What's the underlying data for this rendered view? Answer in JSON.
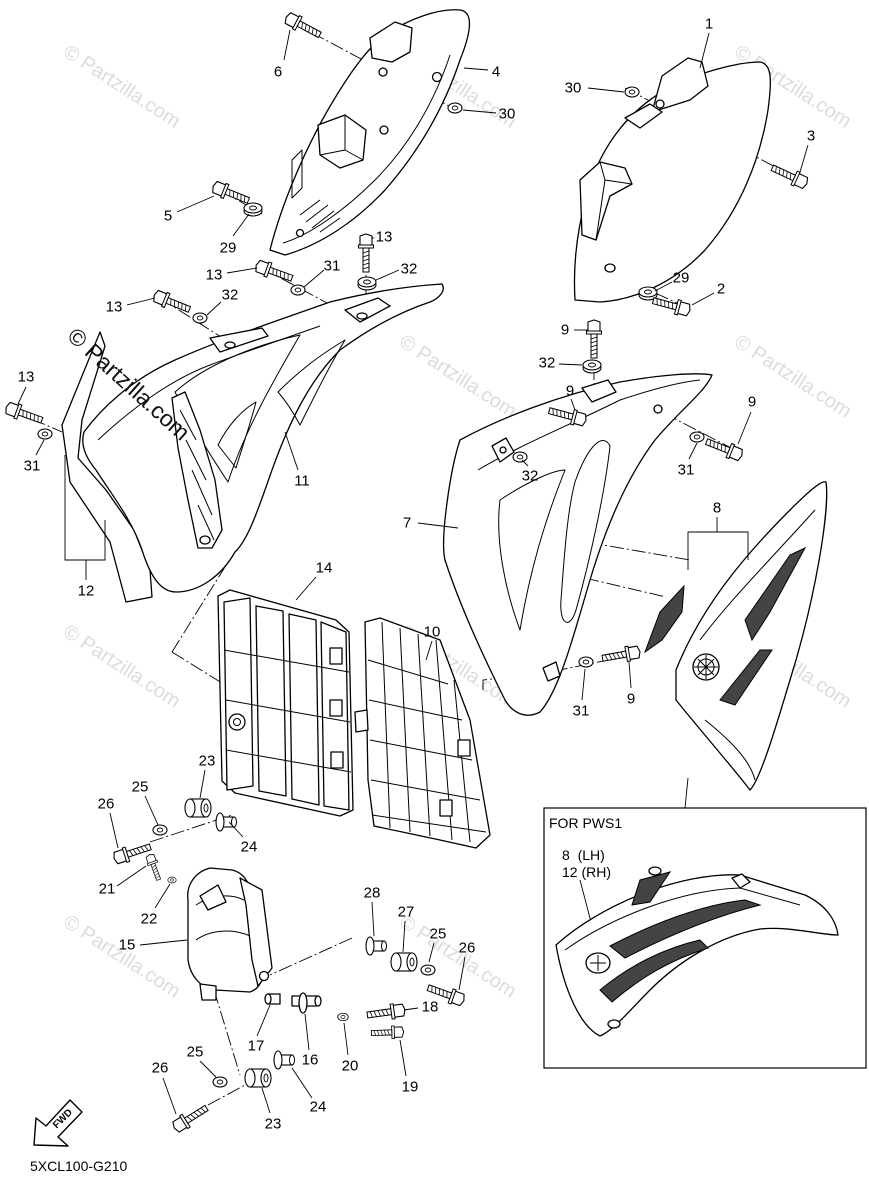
{
  "diagram_code": "5XCL100-G210",
  "fwd_label": "FWD",
  "watermark": "© Partzilla.com",
  "inset": {
    "title": "FOR PWS1",
    "line_lh": "8  (LH)",
    "line_rh": "12 (RH)"
  },
  "callouts": {
    "side_cover_left": [
      "6",
      "4",
      "30",
      "5",
      "29"
    ],
    "side_cover_right": [
      "1",
      "30",
      "3",
      "29",
      "2"
    ],
    "shroud_left": [
      "13",
      "13",
      "31",
      "32",
      "13",
      "32",
      "13",
      "31",
      "11",
      "12"
    ],
    "shroud_right": [
      "9",
      "32",
      "9",
      "9",
      "31",
      "32",
      "7",
      "8",
      "9",
      "31"
    ],
    "radiator_guards": [
      "14",
      "10"
    ],
    "lower_cover": [
      "23",
      "25",
      "26",
      "24",
      "21",
      "22",
      "15",
      "28",
      "27",
      "25",
      "26",
      "18",
      "17",
      "16",
      "20",
      "19",
      "25",
      "26",
      "24",
      "23"
    ]
  }
}
